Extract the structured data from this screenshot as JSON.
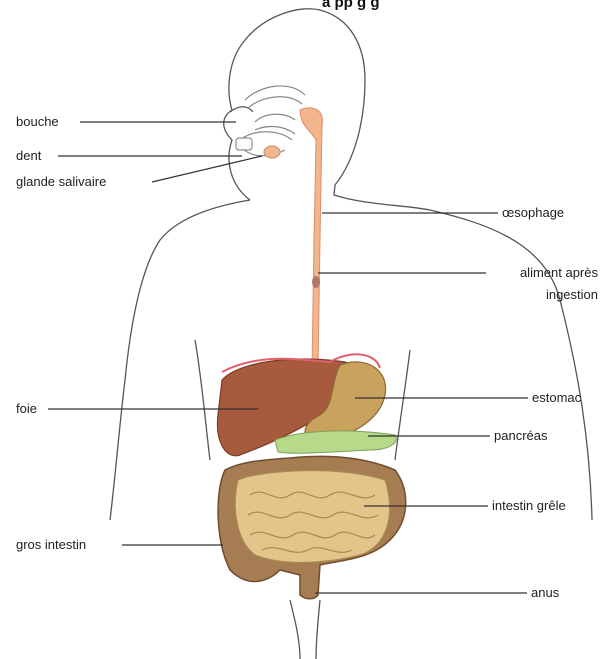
{
  "top_fragment": "a  pp       g  g",
  "labels": {
    "bouche": "bouche",
    "dent": "dent",
    "glande_salivaire": "glande salivaire",
    "oesophage": "œsophage",
    "aliment_line1": "aliment après",
    "aliment_line2": "ingestion",
    "foie": "foie",
    "estomac": "estomac",
    "pancreas": "pancréas",
    "intestin_grele": "intestin grêle",
    "gros_intestin": "gros intestin",
    "anus": "anus"
  },
  "colors": {
    "outline": "#555555",
    "esophagus": "#f2b58c",
    "liver": "#a85a3c",
    "stomach": "#c9a35e",
    "pancreas": "#b7d98a",
    "large_intestine": "#a67c52",
    "small_intestine": "#e3c48a",
    "rim": "#e06070"
  }
}
